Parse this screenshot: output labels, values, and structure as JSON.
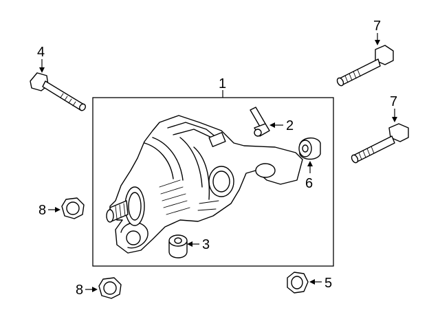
{
  "diagram": {
    "callouts": {
      "c1": "1",
      "c2": "2",
      "c3": "3",
      "c4": "4",
      "c5": "5",
      "c6": "6",
      "c7a": "7",
      "c7b": "7",
      "c8a": "8",
      "c8b": "8"
    }
  }
}
